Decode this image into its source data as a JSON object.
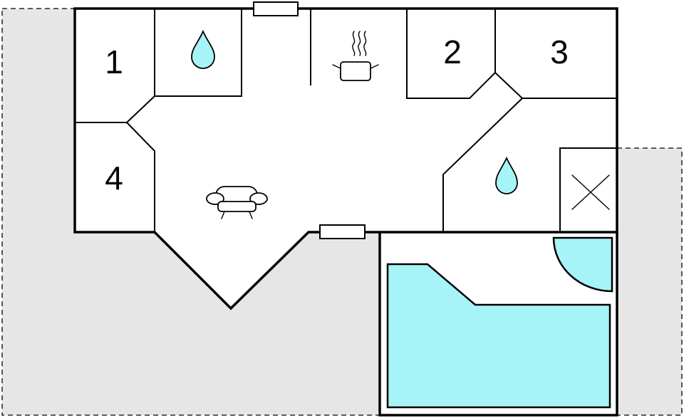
{
  "rooms": [
    {
      "id": "1",
      "label": "1"
    },
    {
      "id": "2",
      "label": "2"
    },
    {
      "id": "3",
      "label": "3"
    },
    {
      "id": "4",
      "label": "4"
    }
  ],
  "icons": {
    "kitchen": "cooking-pot-icon",
    "living": "sofa-icon",
    "bathroom": "water-drop-icon",
    "wc": "cross-icon",
    "shower": "quarter-circle-shower-icon"
  },
  "colors": {
    "water": "#a6f4f8",
    "terrace": "#e6e6e6",
    "walls": "#000000"
  }
}
